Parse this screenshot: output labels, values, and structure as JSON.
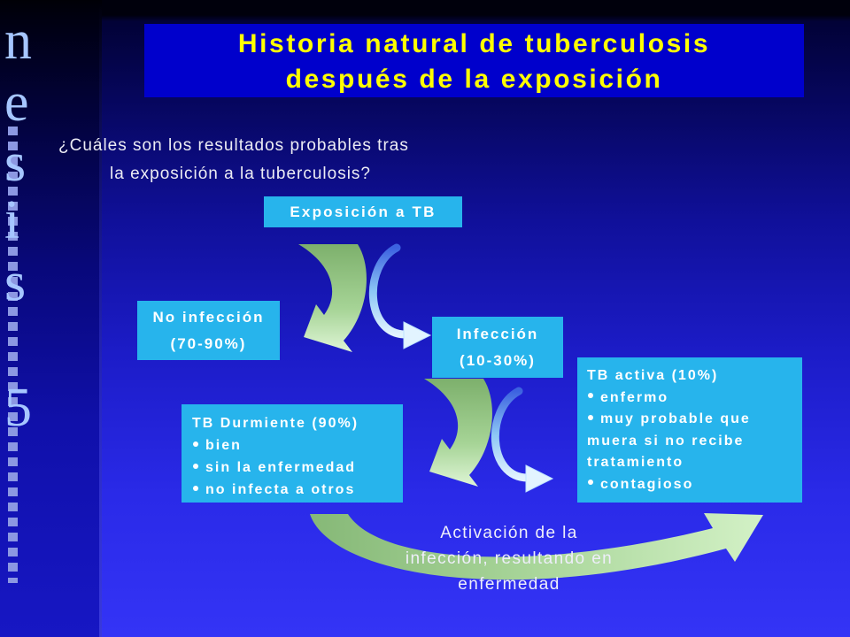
{
  "side_title": {
    "letters": [
      "n",
      "e",
      "s",
      "i",
      "s",
      "5"
    ]
  },
  "title": {
    "line1": "Historia natural de tuberculosis",
    "line2": "después de la exposición"
  },
  "question": {
    "line1": "¿Cuáles son los resultados probables tras",
    "line2": "la exposición a la tuberculosis?"
  },
  "flow": {
    "exposure": "Exposición a TB",
    "no_infection": {
      "label": "No infección",
      "range": "(70-90%)"
    },
    "infection": {
      "label": "Infección",
      "range": "(10-30%)"
    },
    "latent_tb": {
      "heading": "TB Durmiente (90%)",
      "bullets": [
        "bien",
        "sin la enfermedad",
        "no infecta a otros"
      ]
    },
    "active_tb": {
      "heading": "TB activa (10%)",
      "bullets": [
        "enfermo",
        "muy probable que muera si no recibe tratamiento",
        "contagioso"
      ]
    },
    "activation_label": [
      "Activación de la",
      "infección, resultando en",
      "enfermedad"
    ]
  },
  "colors": {
    "title_text": "#ffff00",
    "title_box": "#0000cc",
    "box_fill": "#27b4ec",
    "box_text": "#ffffff",
    "arrow_green": "#a6d496",
    "side_letters": "#a6c6ff"
  }
}
